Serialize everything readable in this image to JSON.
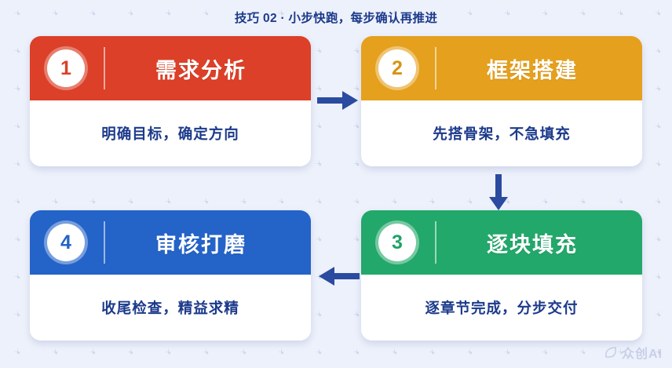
{
  "page": {
    "title": "技巧 02 · 小步快跑，每步确认再推进",
    "background_color": "#edf1fb",
    "title_color": "#1c3a8b"
  },
  "cards": [
    {
      "number": "1",
      "title": "需求分析",
      "body": "明确目标，确定方向",
      "color": "#dc4028",
      "theme": "theme-red"
    },
    {
      "number": "2",
      "title": "框架搭建",
      "body": "先搭骨架，不急填充",
      "color": "#e5a01e",
      "theme": "theme-amber"
    },
    {
      "number": "3",
      "title": "逐块填充",
      "body": "逐章节完成，分步交付",
      "color": "#22a86a",
      "theme": "theme-green"
    },
    {
      "number": "4",
      "title": "审核打磨",
      "body": "收尾检查，精益求精",
      "color": "#2463c8",
      "theme": "theme-blue"
    }
  ],
  "arrows": [
    {
      "name": "arrow-step1-to-step2",
      "direction": "right",
      "color": "#2b4ba0"
    },
    {
      "name": "arrow-step2-to-step3",
      "direction": "down",
      "color": "#2b4ba0"
    },
    {
      "name": "arrow-step3-to-step4",
      "direction": "left",
      "color": "#2b4ba0"
    }
  ],
  "watermark": {
    "text": "众创AI",
    "color": "#8fa0cc"
  }
}
